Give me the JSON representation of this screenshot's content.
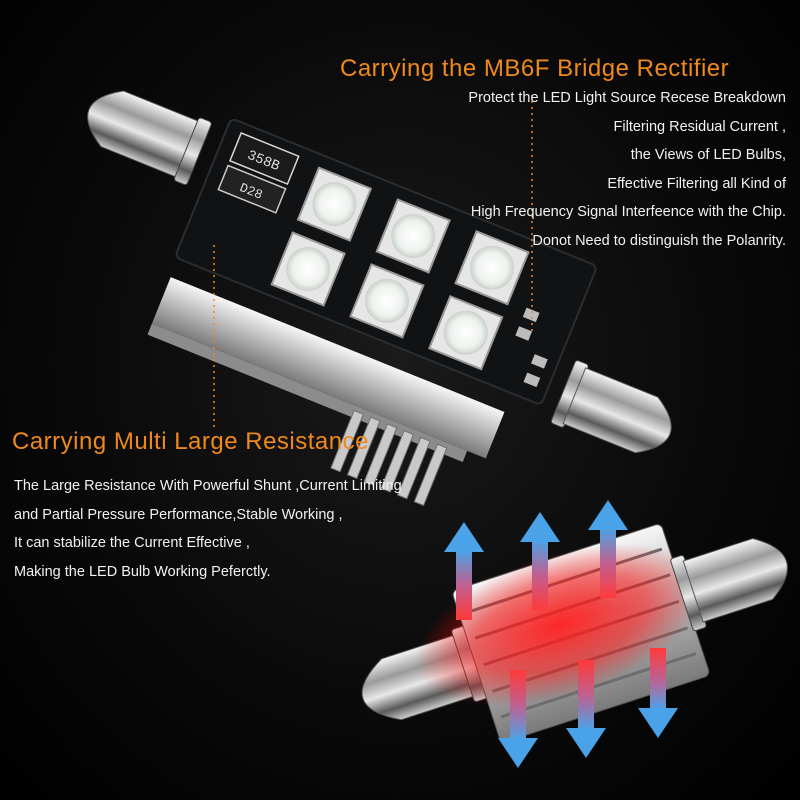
{
  "top_section": {
    "title": "Carrying the MB6F Bridge Rectifier",
    "lines": [
      "Protect the LED Light  Source Recese Breakdown",
      "Filtering Residual Current ,",
      "the Views of LED Bulbs,",
      "Effective Filtering all  Kind of",
      "High Frequency Signal Interfeence with the Chip.",
      "Donot Need to distinguish the Polanrity."
    ]
  },
  "bottom_section": {
    "title": "Carrying Multi Large Resistance",
    "lines": [
      "The Large Resistance With Powerful Shunt ,Current  Limiting",
      "and Partial Pressure Performance,Stable Working ,",
      "It can stabilize the Current Effective ,",
      "Making the LED Bulb Working Peferctly."
    ]
  },
  "pcb_labels": {
    "component_code": "D28",
    "resistor_code": "358B"
  },
  "colors": {
    "heading": "#f0891c",
    "body_text": "#f2f2f2",
    "background": "#000000",
    "pcb": "#101214",
    "led_face": "#f4f6f4",
    "heat_glow": "#ff1a1a",
    "arrow_blue": "#4aa3e8"
  }
}
